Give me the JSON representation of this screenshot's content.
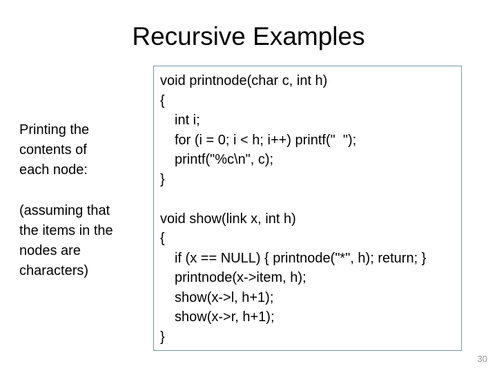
{
  "slide": {
    "title": "Recursive Examples",
    "page_number": "30"
  },
  "left_notes": {
    "paragraph1": {
      "lines": [
        "Printing the",
        "contents of",
        "each node:"
      ]
    },
    "paragraph2": {
      "lines": [
        "(assuming that",
        "the items in the",
        "nodes are",
        "characters)"
      ]
    }
  },
  "code_box": {
    "border_color": "#7496a6",
    "block1": {
      "lines": [
        "void printnode(char c, int h)",
        "{",
        "int i;",
        "for (i = 0; i < h; i++) printf(\"  \");",
        "printf(\"%c\\n\", c);",
        "}"
      ]
    },
    "block2": {
      "lines": [
        "void show(link x, int h)",
        "{",
        "if (x == NULL) { printnode(\"*\", h); return; }",
        "printnode(x->item, h);",
        "show(x->l, h+1);",
        "show(x->r, h+1);",
        "}"
      ]
    }
  }
}
